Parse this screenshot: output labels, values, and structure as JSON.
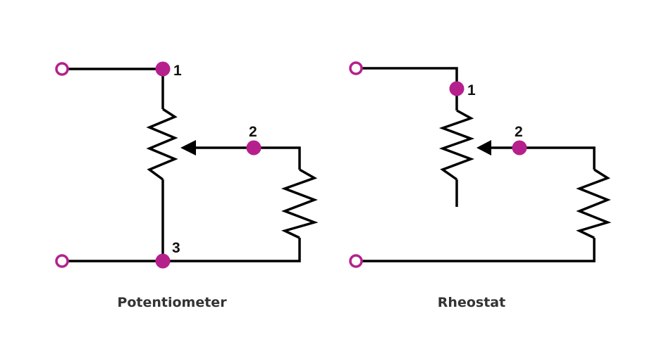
{
  "colors": {
    "node": "#b5208c",
    "terminal": "#b5208c",
    "wire": "#000000",
    "caption": "#333333"
  },
  "potentiometer": {
    "caption": "Potentiometer",
    "pins": [
      {
        "id": "1",
        "label": "1"
      },
      {
        "id": "2",
        "label": "2"
      },
      {
        "id": "3",
        "label": "3"
      }
    ],
    "components": [
      "variable-resistor",
      "load-resistor",
      "wiper-arrow",
      "input-terminal-top",
      "input-terminal-bottom"
    ]
  },
  "rheostat": {
    "caption": "Rheostat",
    "pins": [
      {
        "id": "1",
        "label": "1"
      },
      {
        "id": "2",
        "label": "2"
      }
    ],
    "components": [
      "variable-resistor",
      "load-resistor",
      "wiper-arrow",
      "input-terminal-top",
      "input-terminal-bottom"
    ]
  }
}
